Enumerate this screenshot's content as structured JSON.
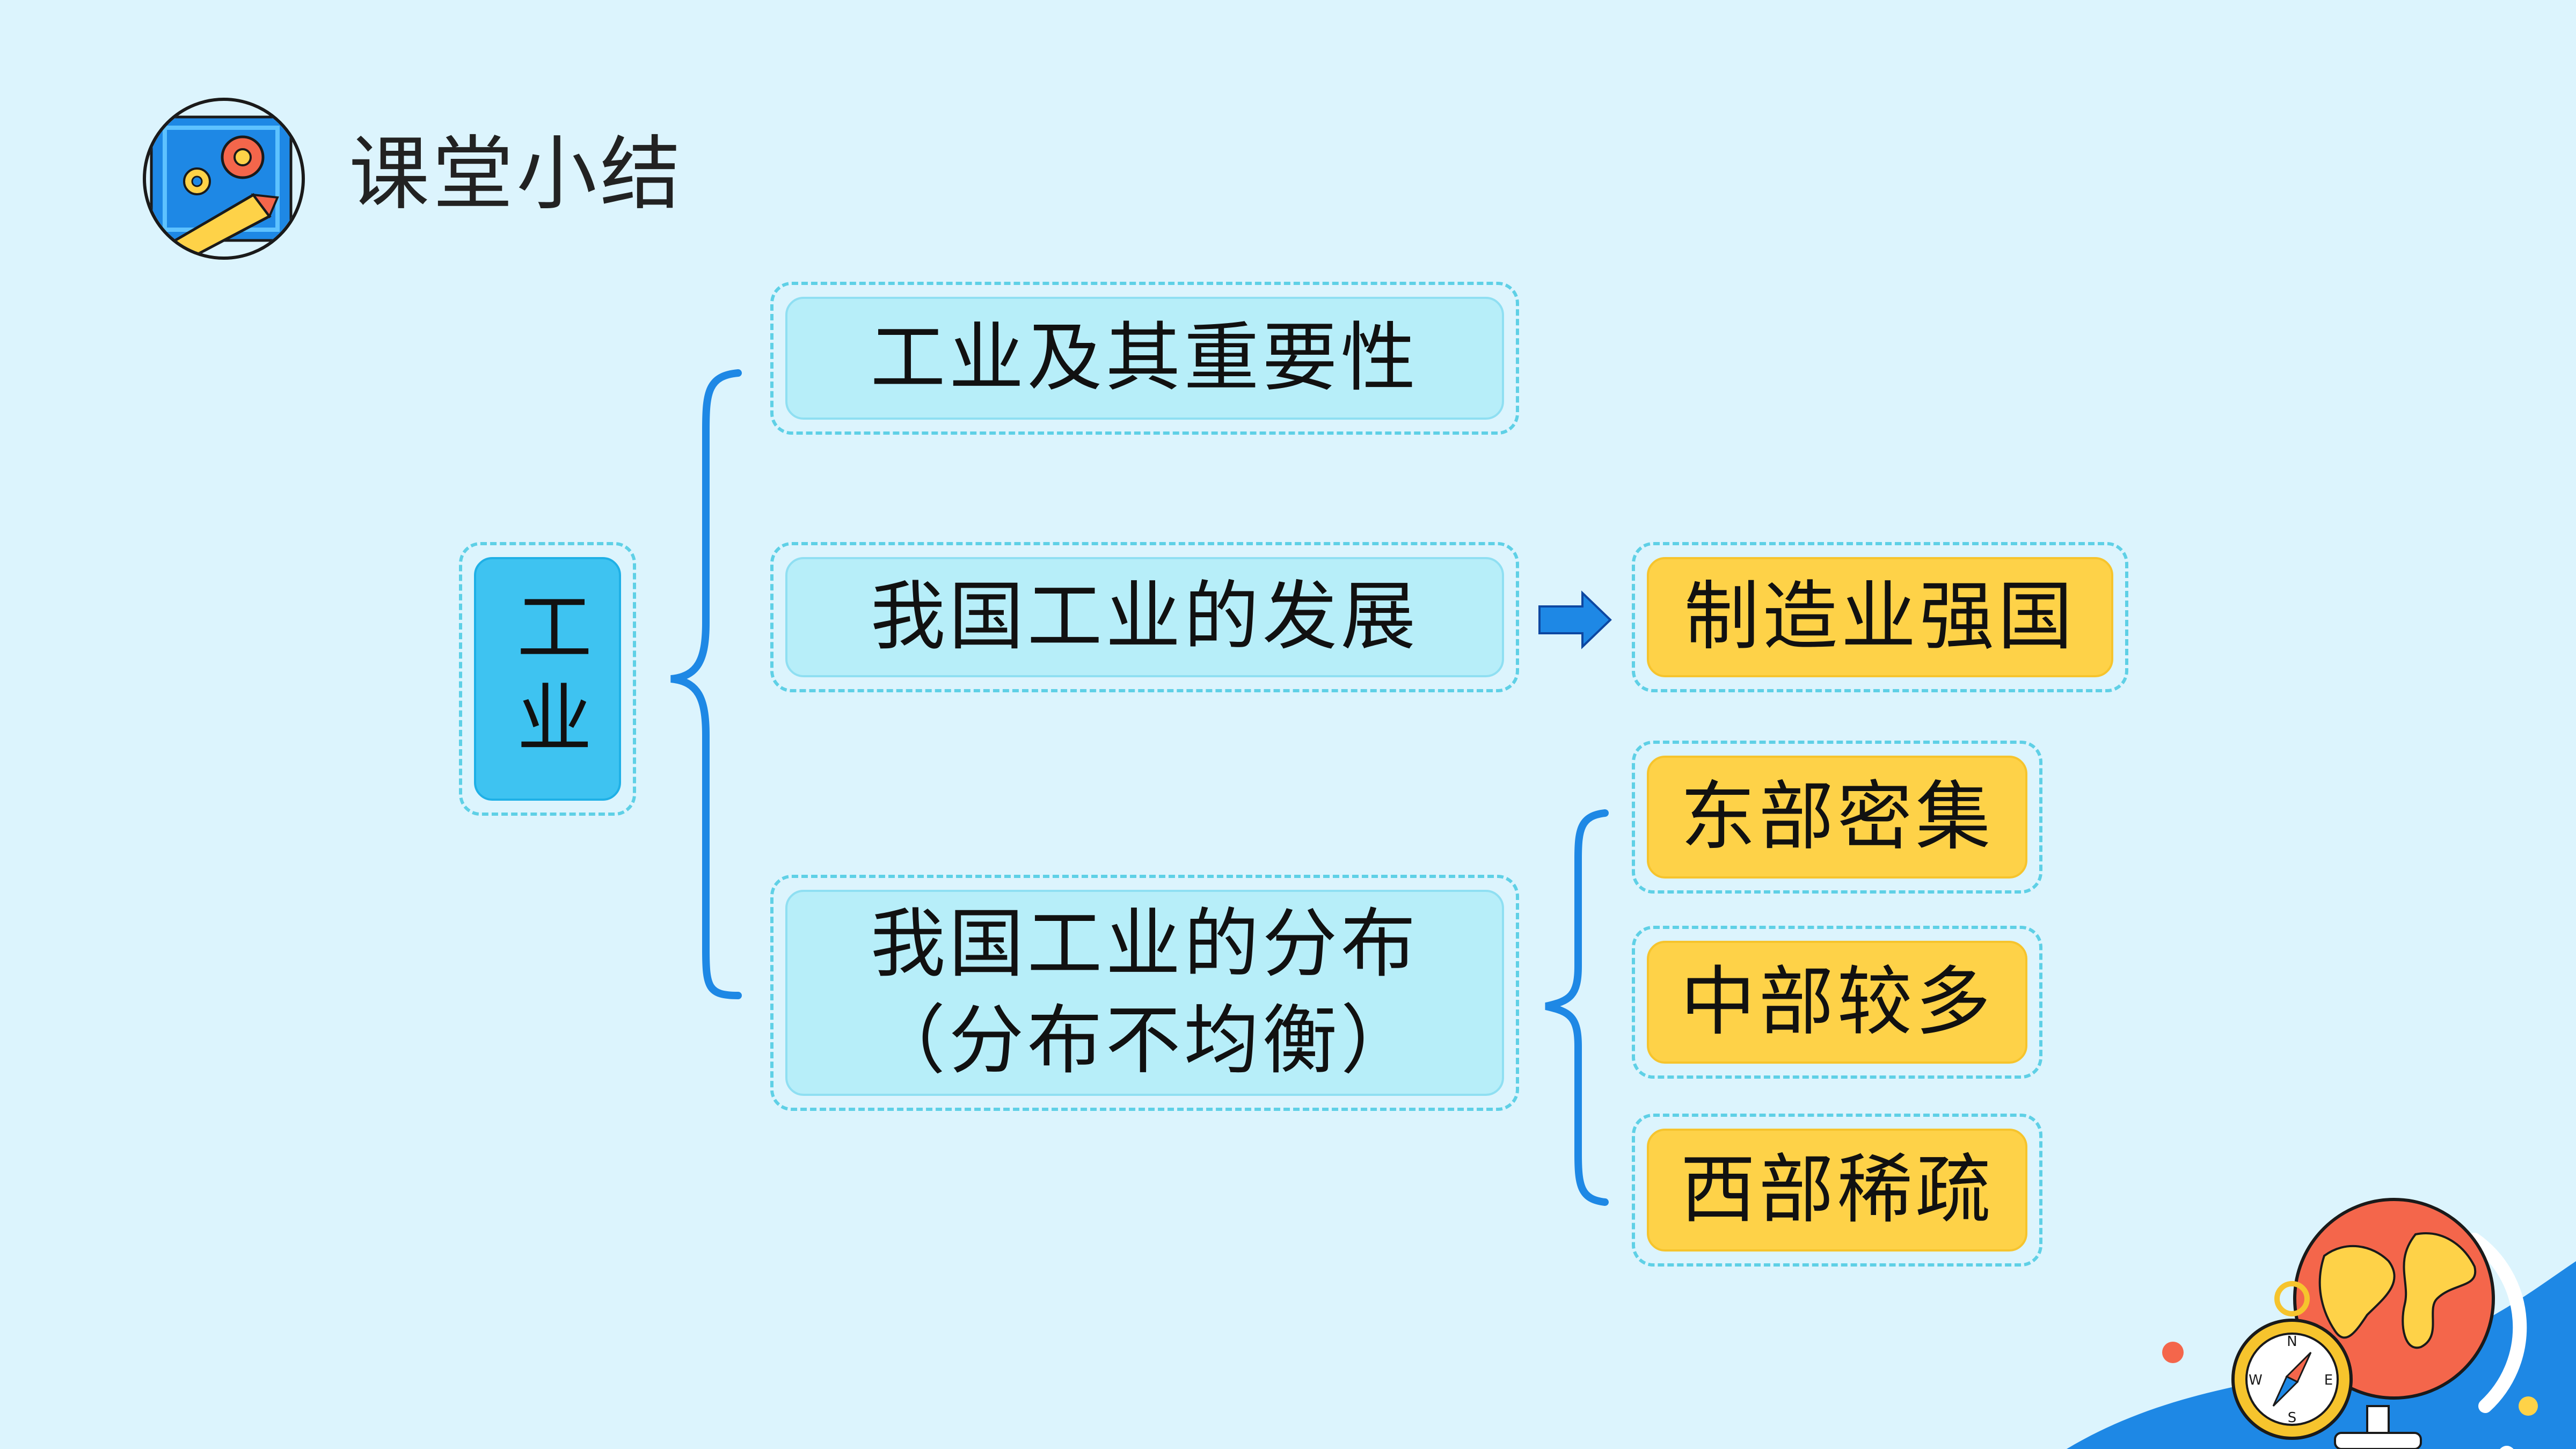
{
  "header": {
    "title": "课堂小结",
    "icon": "gear-pencil-blueprint-icon"
  },
  "diagram": {
    "root": {
      "label": "工业"
    },
    "branches": [
      {
        "label": "工业及其重要性"
      },
      {
        "label": "我国工业的发展",
        "arrow_to": "制造业强国"
      },
      {
        "label_line1": "我国工业的分布",
        "label_line2": "（分布不均衡）",
        "children": [
          "东部密集",
          "中部较多",
          "西部稀疏"
        ]
      }
    ],
    "result": {
      "label": "制造业强国"
    }
  },
  "decor": {
    "globe": "globe-icon",
    "compass": "compass-icon",
    "compass_letters": {
      "n": "N",
      "e": "E",
      "s": "S",
      "w": "W"
    }
  },
  "colors": {
    "background": "#dcf4fd",
    "cyan_box": "#b7eef9",
    "yellow_box": "#fed248",
    "root_box": "#3ec3f1",
    "bracket": "#1e88e5",
    "dash": "#5fd0e6"
  }
}
